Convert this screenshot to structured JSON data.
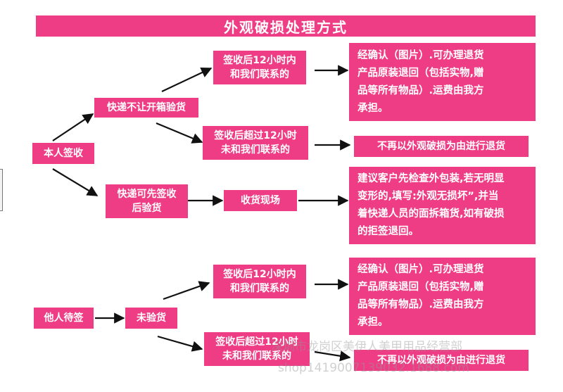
{
  "title": "外观破损处理方式",
  "nodes": {
    "self_sign": "本人签收",
    "no_open_check": "快递不让开箱验货",
    "sign_then_check": "快递可先签收\n后验货",
    "within_12h_a": "签收后12小时内\n和我们联系的",
    "over_12h_a": "签收后超过12小时\n未和我们联系的",
    "return_ok_a": "经确认（图片）.可办理退货\n产品原装退回（包括实物,赠\n品等所有物品）.运费由我方\n承担。",
    "no_return_a": "不再以外观破损为由进行退货",
    "on_site": "收货现场",
    "on_site_advice": "建议客户先检查外包装,若无明显\n变形的,填写:外观无损坏”,并当\n着快递人员的面拆箱货,如有破损\n的拒签退回。",
    "other_sign": "他人待签",
    "not_checked": "未验货",
    "within_12h_b": "签收后12小时内\n和我们联系的",
    "over_12h_b": "签收后超过12小时\n未和我们联系的",
    "return_ok_b": "经确认（图片）.可办理退货\n产品原装退回（包括实物,赠\n品等所有物品）.运费由我方\n承担。",
    "no_return_b": "不再以外观破损为由进行退货"
  },
  "watermark": {
    "line1": "深圳市龙岗区美伊人美甲用品经营部",
    "line2": "shop1419007139032.1688.com"
  },
  "colors": {
    "box": "#ee3d85",
    "text": "#ffffff",
    "arrow": "#111111"
  }
}
